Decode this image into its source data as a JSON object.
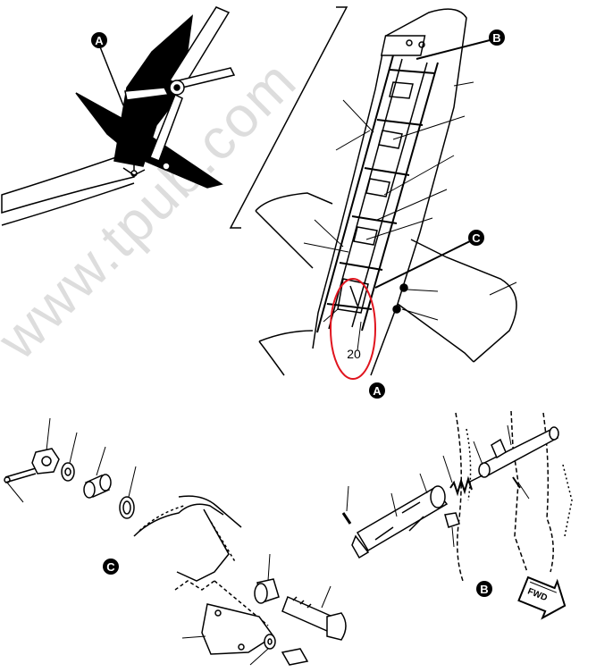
{
  "watermark": "www.tpub.com",
  "callouts": {
    "detail_a_top": "A",
    "detail_b_top": "B",
    "detail_c_top": "C"
  },
  "index_number": "20",
  "view_labels": {
    "view_a": "A",
    "view_b": "B",
    "view_c": "C"
  },
  "fwd_arrow": "FWD",
  "colors": {
    "ink": "#000000",
    "paper": "#ffffff",
    "highlight_ring": "#e0141e",
    "watermark": "#000000"
  }
}
